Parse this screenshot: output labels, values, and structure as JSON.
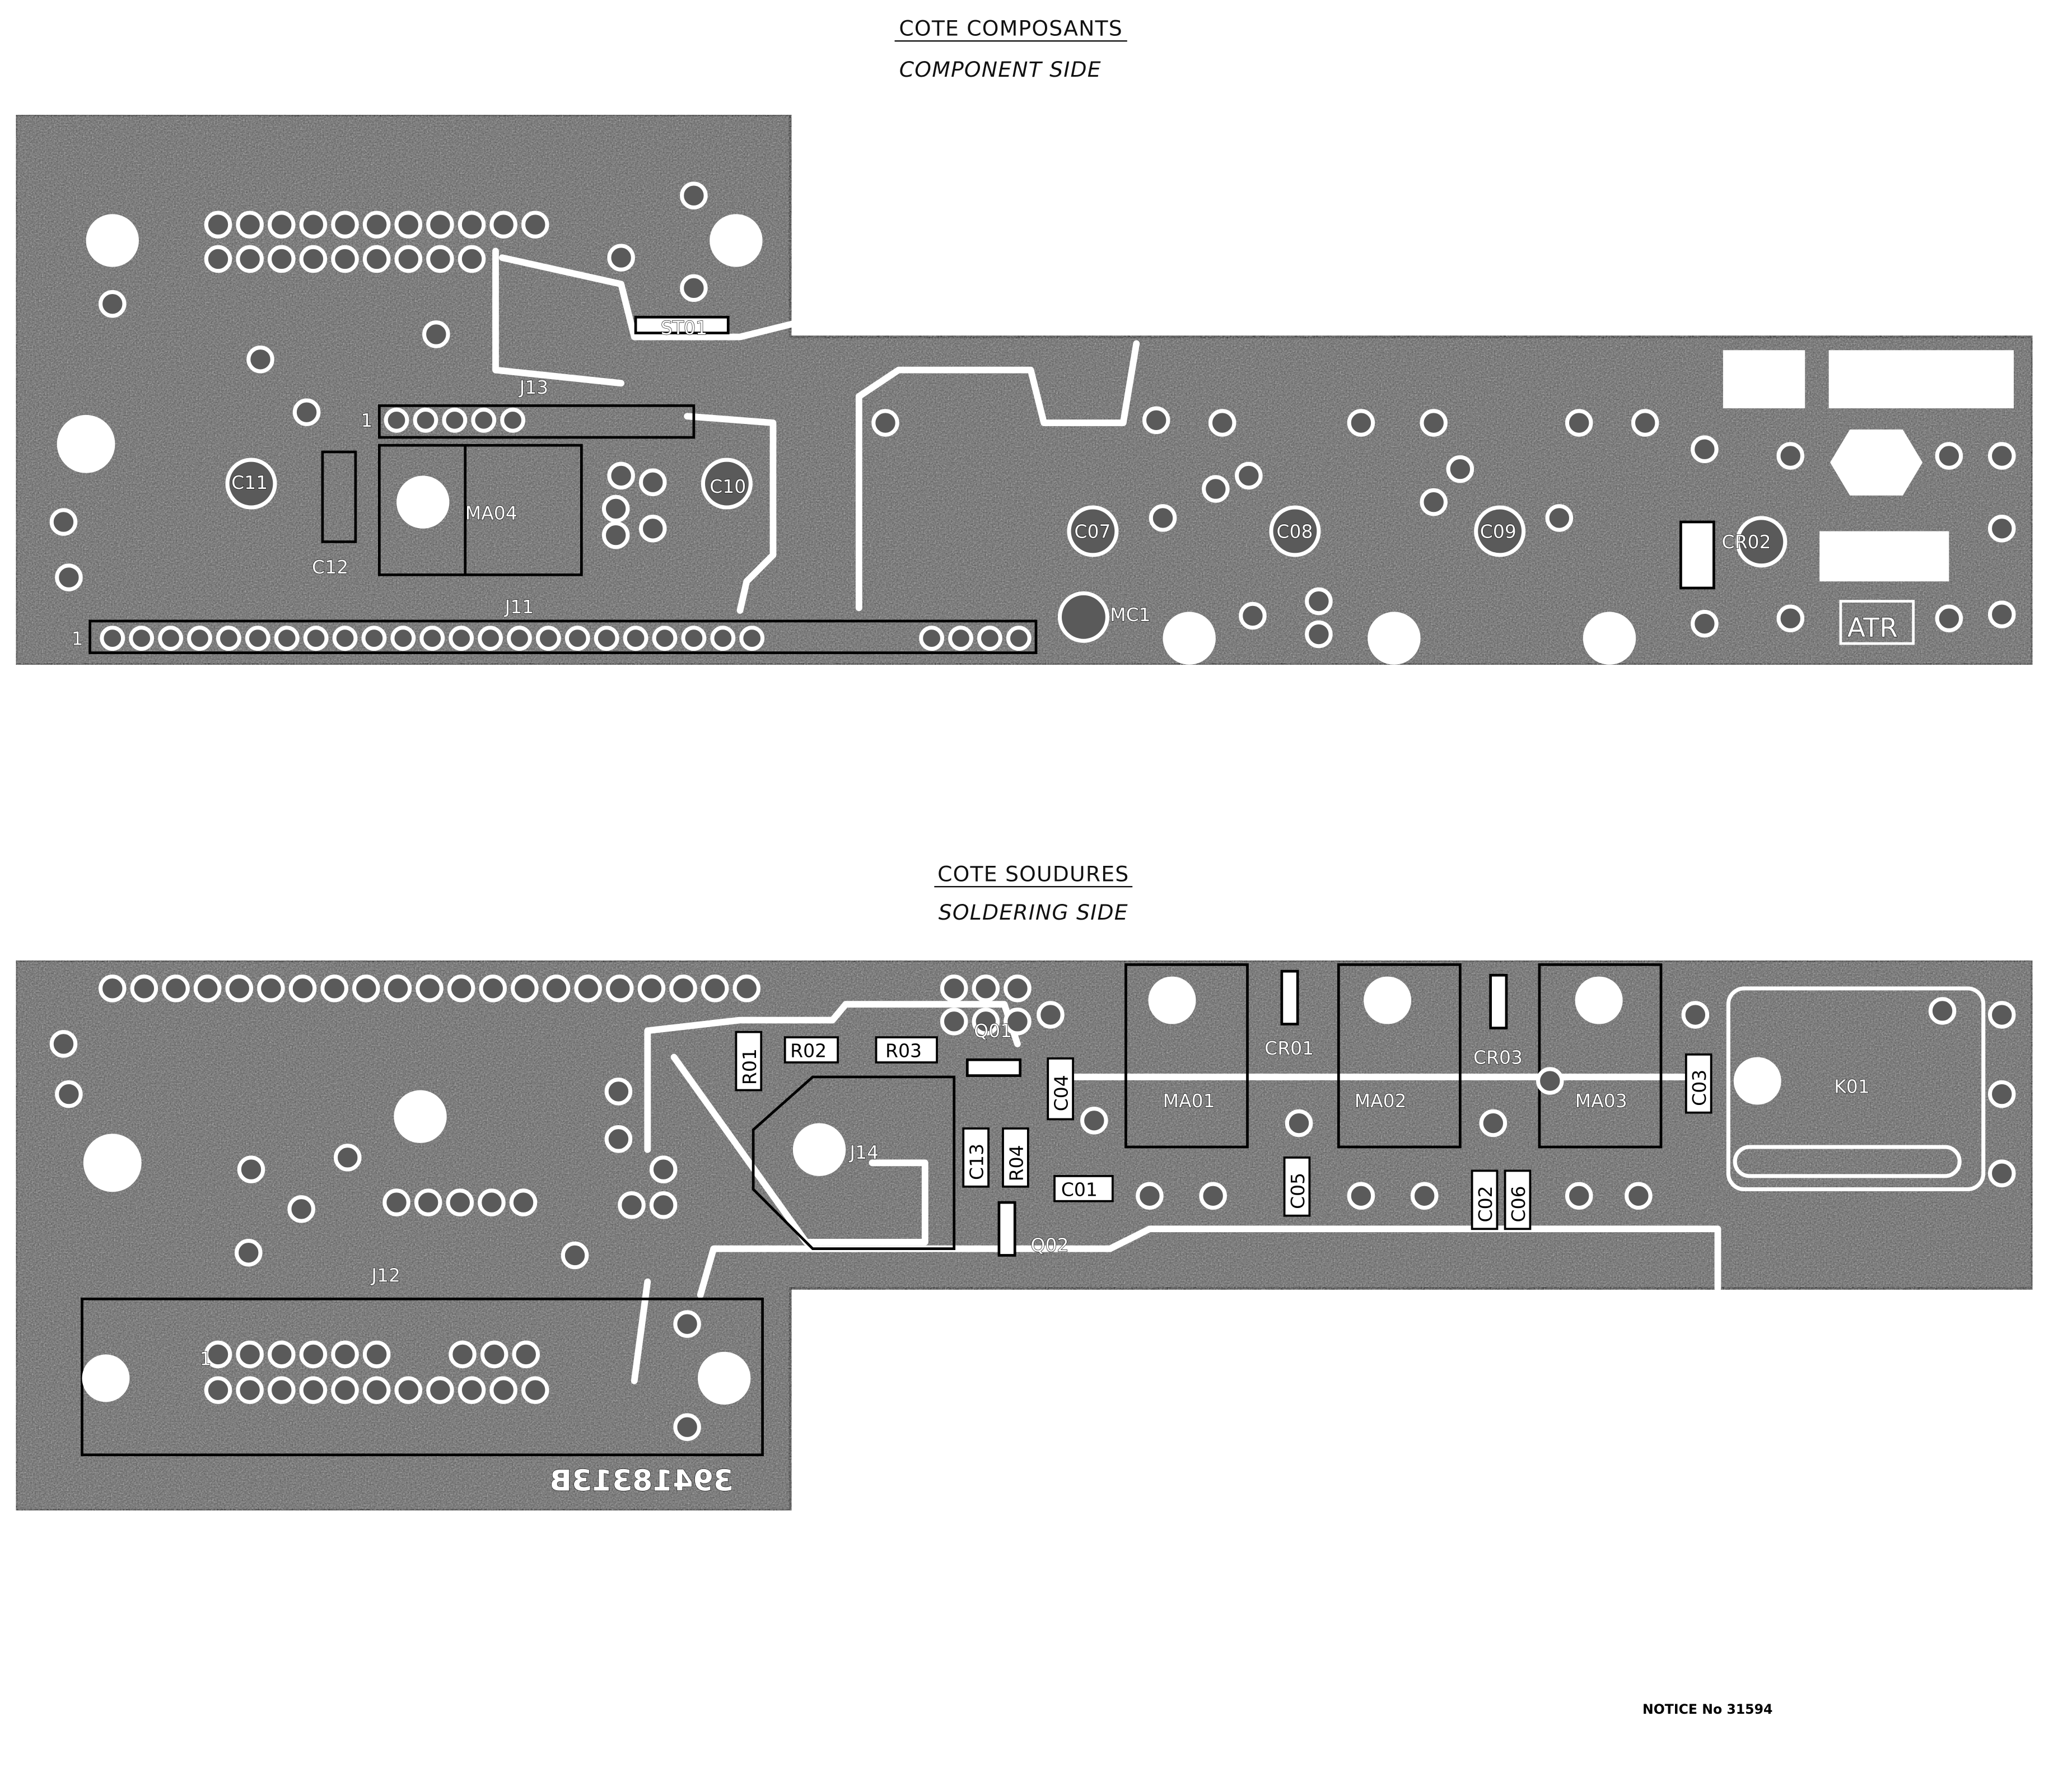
{
  "component_side": {
    "title": "COTE COMPOSANTS",
    "subtitle": "COMPONENT SIDE",
    "labels": {
      "st01": "ST01",
      "j13": "J13",
      "j13_pin1": "1",
      "c11": "C11",
      "c12": "C12",
      "ma04": "MA04",
      "c10": "C10",
      "j11": "J11",
      "j11_pin1": "1",
      "mc1": "MC1",
      "c07": "C07",
      "c08": "C08",
      "c09": "C09",
      "cr02": "CR02",
      "atr": "ATR"
    }
  },
  "soldering_side": {
    "title": "COTE SOUDURES",
    "subtitle": "SOLDERING SIDE",
    "labels": {
      "r01": "R01",
      "r02": "R02",
      "r03": "R03",
      "q01": "Q01",
      "c04": "C04",
      "c13": "C13",
      "r04": "R04",
      "j14": "J14",
      "c01": "C01",
      "q02": "Q02",
      "ma01": "MA01",
      "cr01": "CR01",
      "ma02": "MA02",
      "cr03": "CR03",
      "ma03": "MA03",
      "c03": "C03",
      "k01": "K01",
      "c05": "C05",
      "c02": "C02",
      "c06": "C06",
      "j12": "J12",
      "j12_pin1": "1"
    },
    "board_number": "39418313B"
  },
  "notice": "NOTICE No 31594"
}
